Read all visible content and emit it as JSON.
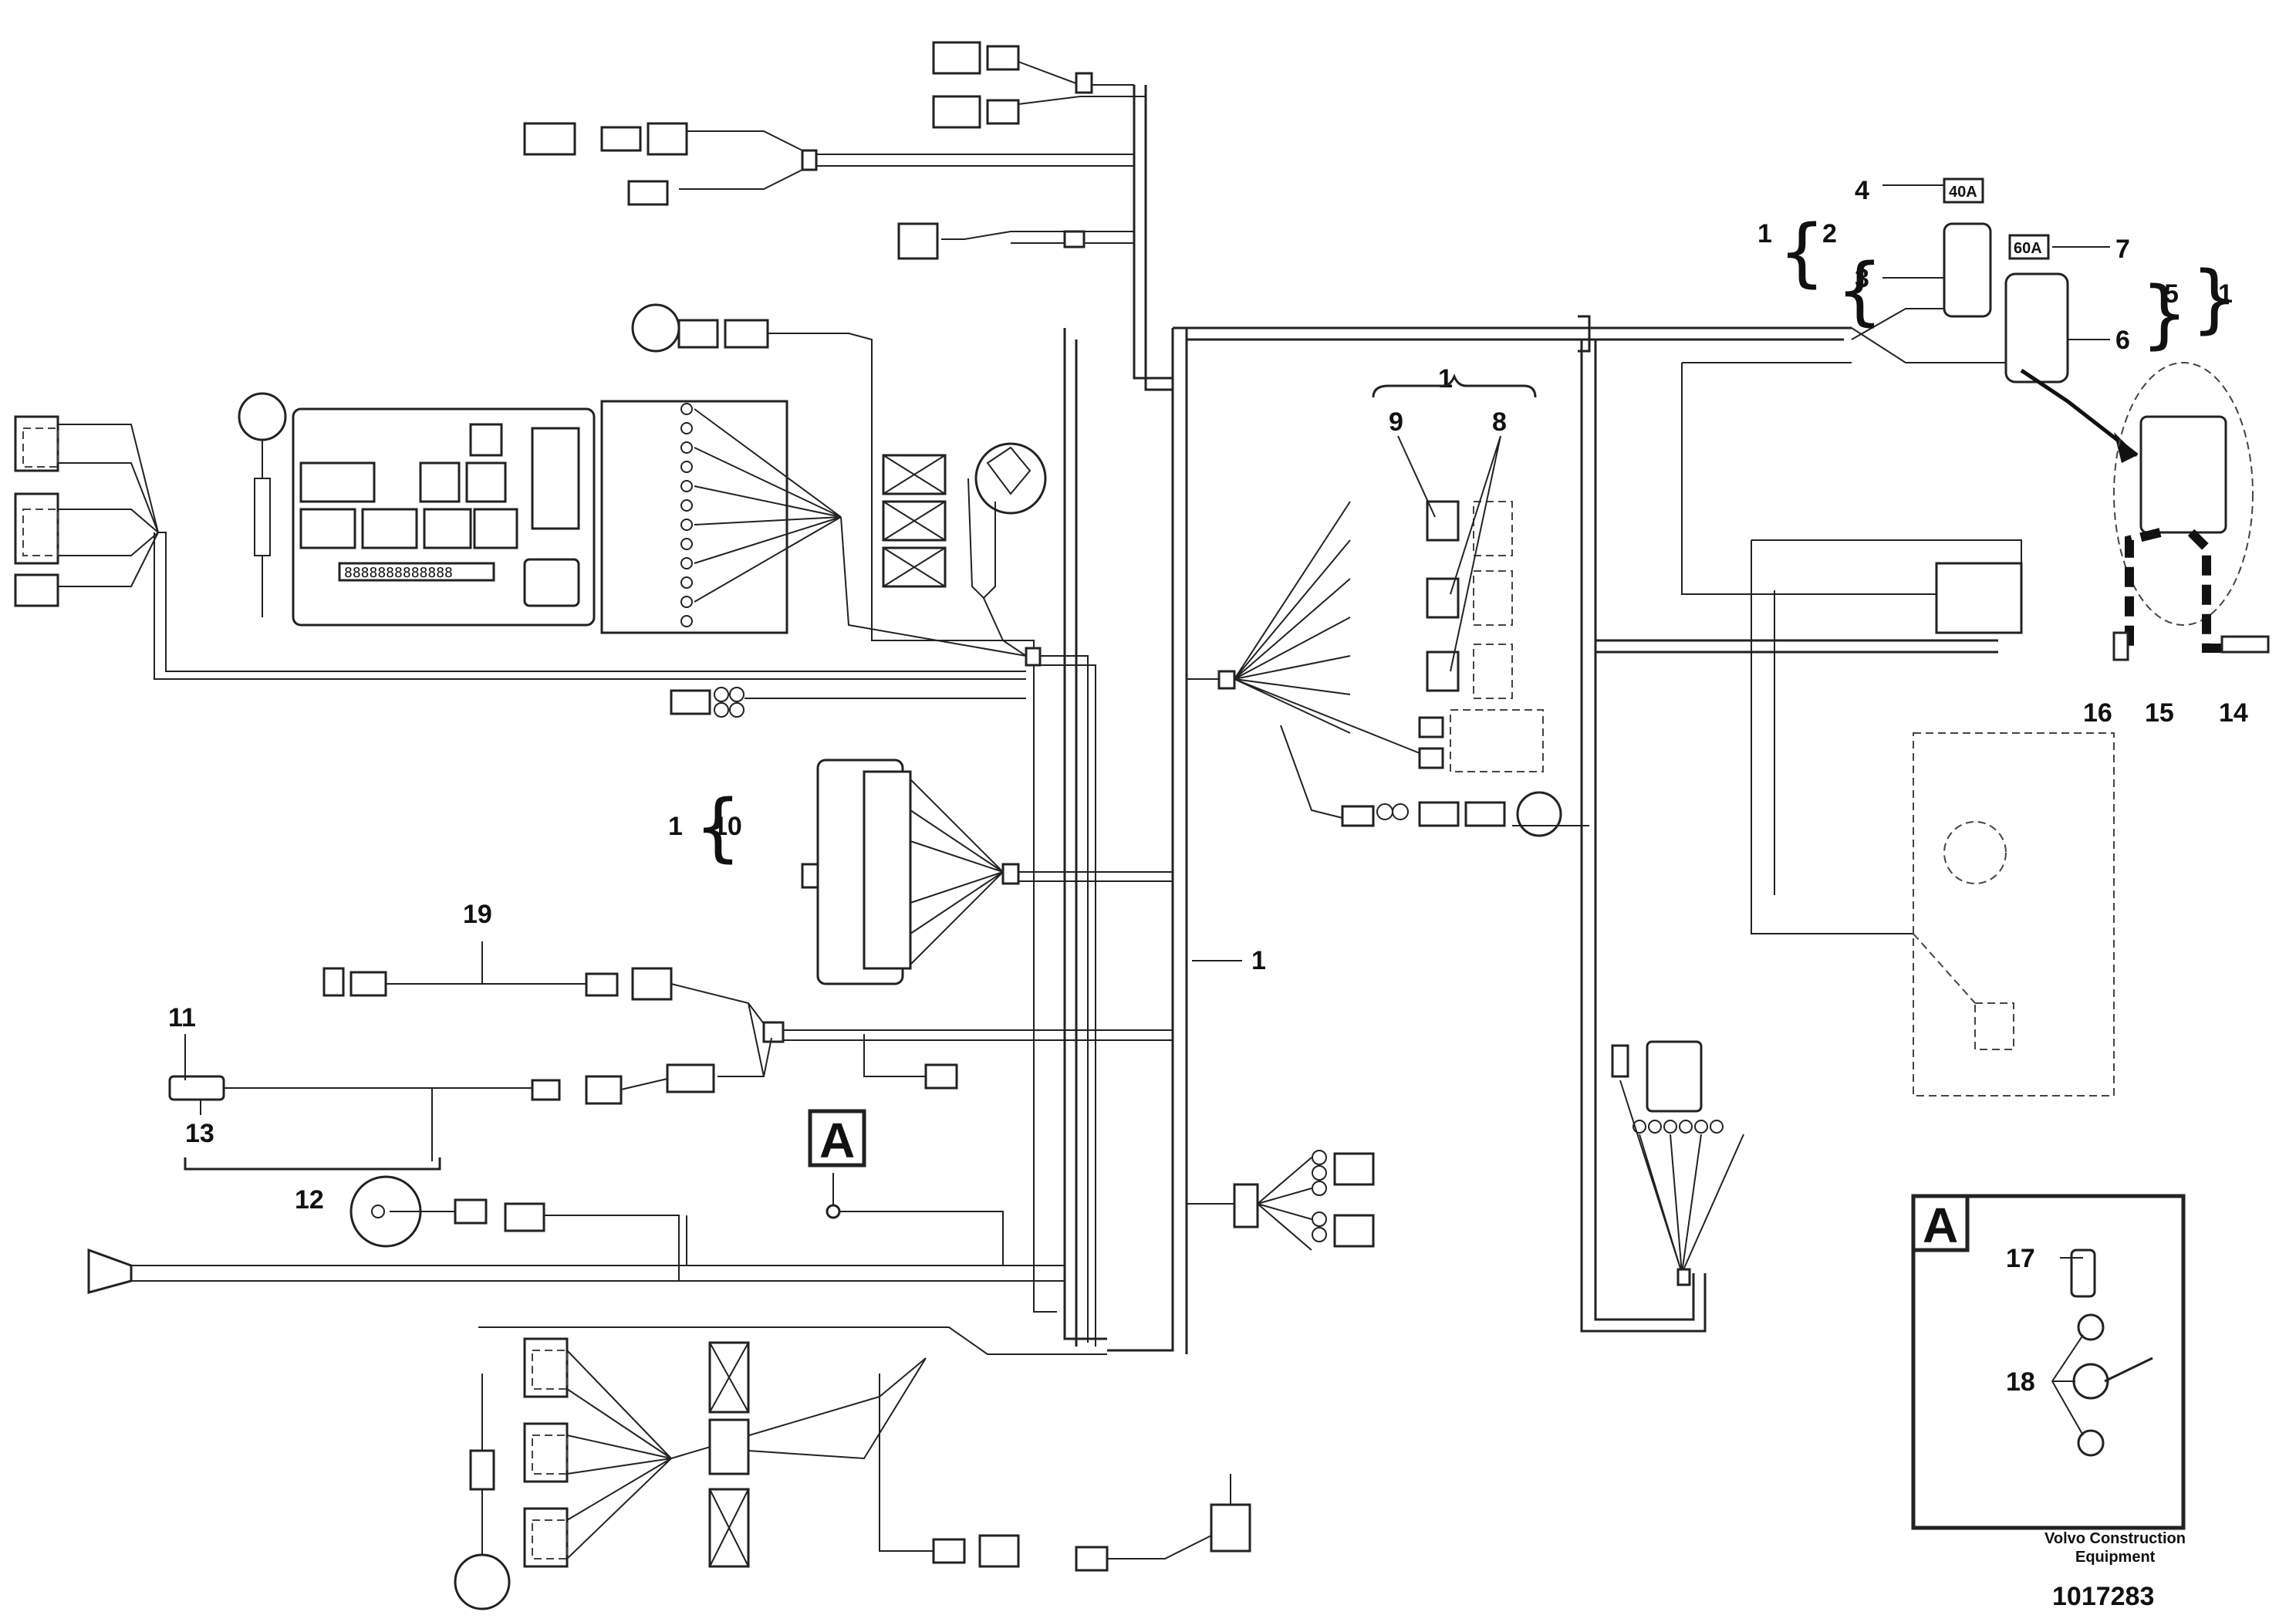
{
  "diagram": {
    "callouts": {
      "c1_top": "1",
      "c2": "2",
      "c3": "3",
      "c4": "4",
      "c5": "5",
      "c1_right": "1",
      "c6": "6",
      "c7": "7",
      "c1_mid": "1",
      "c8": "8",
      "c9": "9",
      "c1_left": "1",
      "c10": "10",
      "c1_trunk": "1",
      "c11": "11",
      "c12": "12",
      "c13": "13",
      "c14": "14",
      "c15": "15",
      "c16": "16",
      "c17": "17",
      "c18": "18",
      "c19": "19"
    },
    "fuses": {
      "fuse_40": "40A",
      "fuse_60": "60A"
    },
    "detail_marker": "A",
    "detail_box_label": "A",
    "caption_line1": "Volvo Construction",
    "caption_line2": "Equipment",
    "figure_number": "1017283",
    "panel_display": "8888888888888"
  }
}
